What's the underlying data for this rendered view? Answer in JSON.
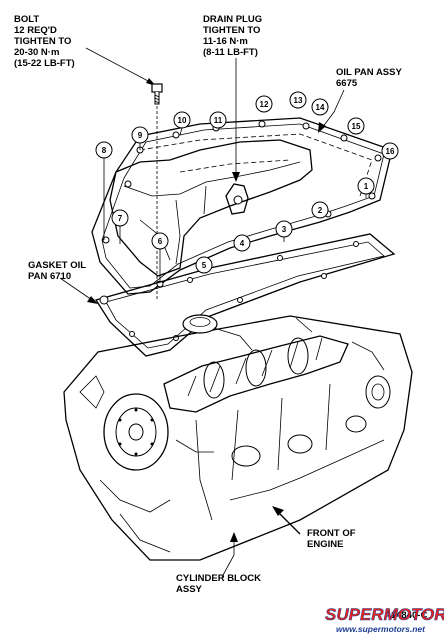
{
  "labels": {
    "bolt": [
      "BOLT",
      "12 REQ'D",
      "TIGHTEN TO",
      "20-30 N·m",
      "(15-22 LB-FT)"
    ],
    "drain": [
      "DRAIN PLUG",
      "TIGHTEN TO",
      "11-16 N·m",
      "(8-11 LB-FT)"
    ],
    "oilpan": [
      "OIL PAN ASSY",
      "6675"
    ],
    "gasket": [
      "GASKET OIL",
      "PAN 6710"
    ],
    "front": [
      "FRONT OF",
      "ENGINE"
    ],
    "block": [
      "CYLINDER BLOCK",
      "ASSY"
    ]
  },
  "callouts": [
    "1",
    "2",
    "3",
    "4",
    "5",
    "6",
    "7",
    "8",
    "9",
    "10",
    "11",
    "12",
    "13",
    "14",
    "15",
    "16"
  ],
  "figure_id": "A14840-C",
  "watermark": {
    "brand": "SUPERMOTORS",
    "url": "www.supermotors.net",
    "color_red": "#e8231b",
    "color_blue": "#1c3f94"
  }
}
